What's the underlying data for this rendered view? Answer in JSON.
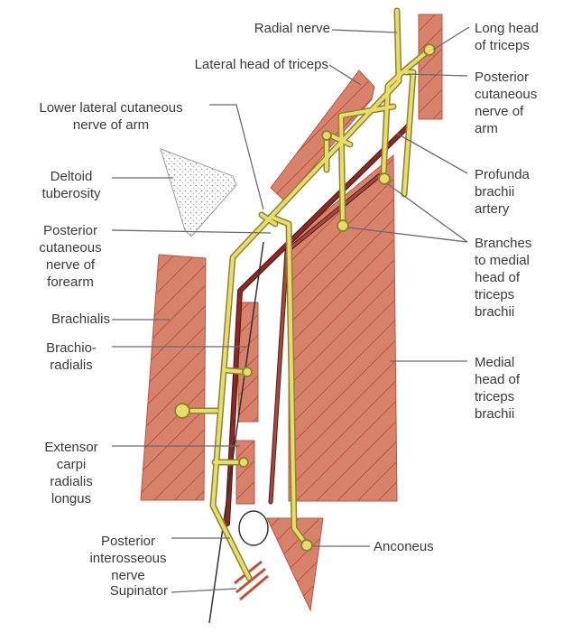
{
  "colors": {
    "muscle_fill": "#d9826b",
    "muscle_stripe": "#b8543f",
    "nerve_fill": "#e8dc6a",
    "nerve_outline": "#8d8233",
    "artery": "#8b2b24",
    "leader": "#6a6a6a",
    "text": "#3a3a3a"
  },
  "labels": {
    "radial_nerve": "Radial nerve",
    "lateral_head": "Lateral head of triceps",
    "lower_lateral_cutaneous": "Lower lateral cutaneous\nnerve of arm",
    "deltoid_tuberosity": "Deltoid\ntuberosity",
    "posterior_cutaneous_forearm": "Posterior\ncutaneous\nnerve of\nforearm",
    "brachialis": "Brachialis",
    "brachioradialis": "Brachio-\nradialis",
    "ecrl": "Extensor\ncarpi\nradialis\nlongus",
    "posterior_interosseous": "Posterior\ninterosseous\nnerve",
    "supinator": "Supinator",
    "long_head": "Long head\nof triceps",
    "posterior_cutaneous_arm": "Posterior\ncutaneous\nnerve of\narm",
    "profunda_brachii": "Profunda\nbrachii\nartery",
    "branches_medial": "Branches\nto medial\nhead of\ntriceps\nbrachii",
    "medial_head": "Medial\nhead of\ntriceps\nbrachii",
    "anconeus": "Anconeus"
  }
}
